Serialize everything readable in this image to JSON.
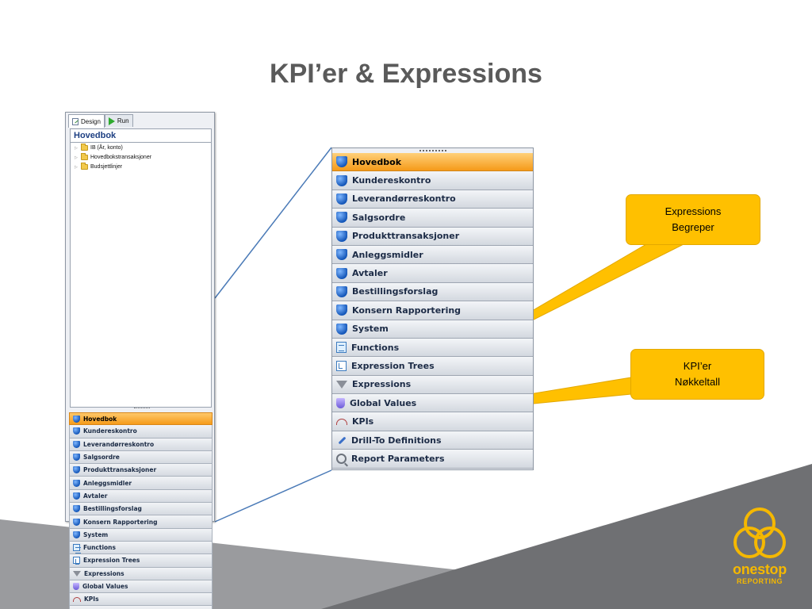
{
  "slide": {
    "title": "KPI’er & Expressions"
  },
  "small_panel": {
    "tabs": [
      {
        "label": "Design",
        "icon": "design-icon",
        "active": true
      },
      {
        "label": "Run",
        "icon": "run-icon",
        "active": false
      }
    ],
    "tree": {
      "header": "Hovedbok",
      "items": [
        {
          "label": "IB (År, konto)",
          "icon": "folder-icon"
        },
        {
          "label": "Hovedbokstransaksjoner",
          "icon": "folder-icon"
        },
        {
          "label": "Budsjettlinjer",
          "icon": "folder-icon"
        }
      ]
    }
  },
  "nav_items": [
    {
      "label": "Hovedbok",
      "icon": "shield-icon",
      "selected": true
    },
    {
      "label": "Kundereskontro",
      "icon": "shield-icon"
    },
    {
      "label": "Leverandørreskontro",
      "icon": "shield-icon"
    },
    {
      "label": "Salgsordre",
      "icon": "shield-icon"
    },
    {
      "label": "Produkttransaksjoner",
      "icon": "shield-icon"
    },
    {
      "label": "Anleggsmidler",
      "icon": "shield-icon"
    },
    {
      "label": "Avtaler",
      "icon": "shield-icon"
    },
    {
      "label": "Bestillingsforslag",
      "icon": "shield-icon"
    },
    {
      "label": "Konsern Rapportering",
      "icon": "shield-icon"
    },
    {
      "label": "System",
      "icon": "shield-icon"
    },
    {
      "label": "Functions",
      "icon": "functions-icon"
    },
    {
      "label": "Expression Trees",
      "icon": "expression-tree-icon"
    },
    {
      "label": "Expressions",
      "icon": "funnel-icon"
    },
    {
      "label": "Global Values",
      "icon": "cup-icon"
    },
    {
      "label": "KPIs",
      "icon": "gauge-icon"
    },
    {
      "label": "Drill-To Definitions",
      "icon": "drill-arrow-icon"
    },
    {
      "label": "Report Parameters",
      "icon": "parameters-icon"
    }
  ],
  "callouts": {
    "expressions": {
      "line1": "Expressions",
      "line2": "Begreper"
    },
    "kpi": {
      "line1": "KPI’er",
      "line2": "Nøkkeltall"
    }
  },
  "logo": {
    "name": "onestop",
    "sub": "REPORTING",
    "color": "#f5b800"
  },
  "colors": {
    "callout_fill": "#ffc000",
    "selected_item": "#f59b1a",
    "connector": "#4a7ab7",
    "background_dark": "#6f7073",
    "background_light": "#9a9b9e"
  }
}
